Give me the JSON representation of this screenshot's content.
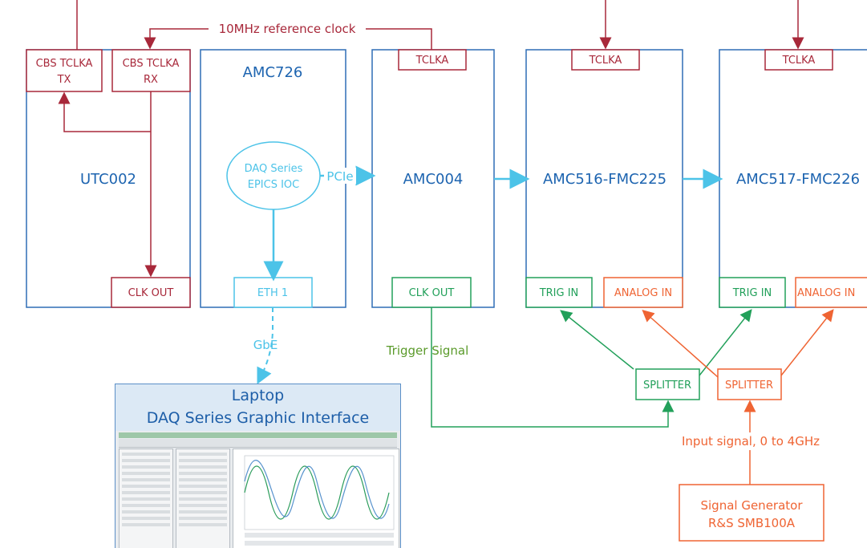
{
  "labels": {
    "ref_clock": "10MHz reference clock",
    "cbs_tx": [
      "CBS TCLKA",
      "TX"
    ],
    "cbs_rx": [
      "CBS TCLKA",
      "RX"
    ],
    "utc": "UTC002",
    "utc_clkout": "CLK OUT",
    "amc726": "AMC726",
    "daq_ioc": [
      "DAQ Series",
      "EPICS IOC"
    ],
    "pcie": "PCIe",
    "eth1": "ETH 1",
    "gbe": "GbE",
    "amc004_tclka": "TCLKA",
    "amc004": "AMC004",
    "amc004_clkout": "CLK OUT",
    "trigger_signal": "Trigger Signal",
    "amc516_tclka": "TCLKA",
    "amc516": "AMC516-FMC225",
    "trig_in_1": "TRIG IN",
    "analog_in_1": "ANALOG IN",
    "amc517_tclka": "TCLKA",
    "amc517": "AMC517-FMC226",
    "trig_in_2": "TRIG IN",
    "analog_in_2": "ANALOG IN",
    "splitter_green": "SPLITTER",
    "splitter_orange": "SPLITTER",
    "input_signal": "Input signal, 0 to 4GHz",
    "siggen": [
      "Signal Generator",
      "R&S SMB100A"
    ],
    "laptop": [
      "Laptop",
      "DAQ Series Graphic Interface"
    ]
  },
  "colors": {
    "dark_red": "#a8283a",
    "blue_border": "#2f6db5",
    "blue_text": "#1d64b0",
    "cyan": "#4cc3e8",
    "green": "#22a05a",
    "orange": "#ef6433",
    "trigger_text": "#5a9a2a"
  }
}
